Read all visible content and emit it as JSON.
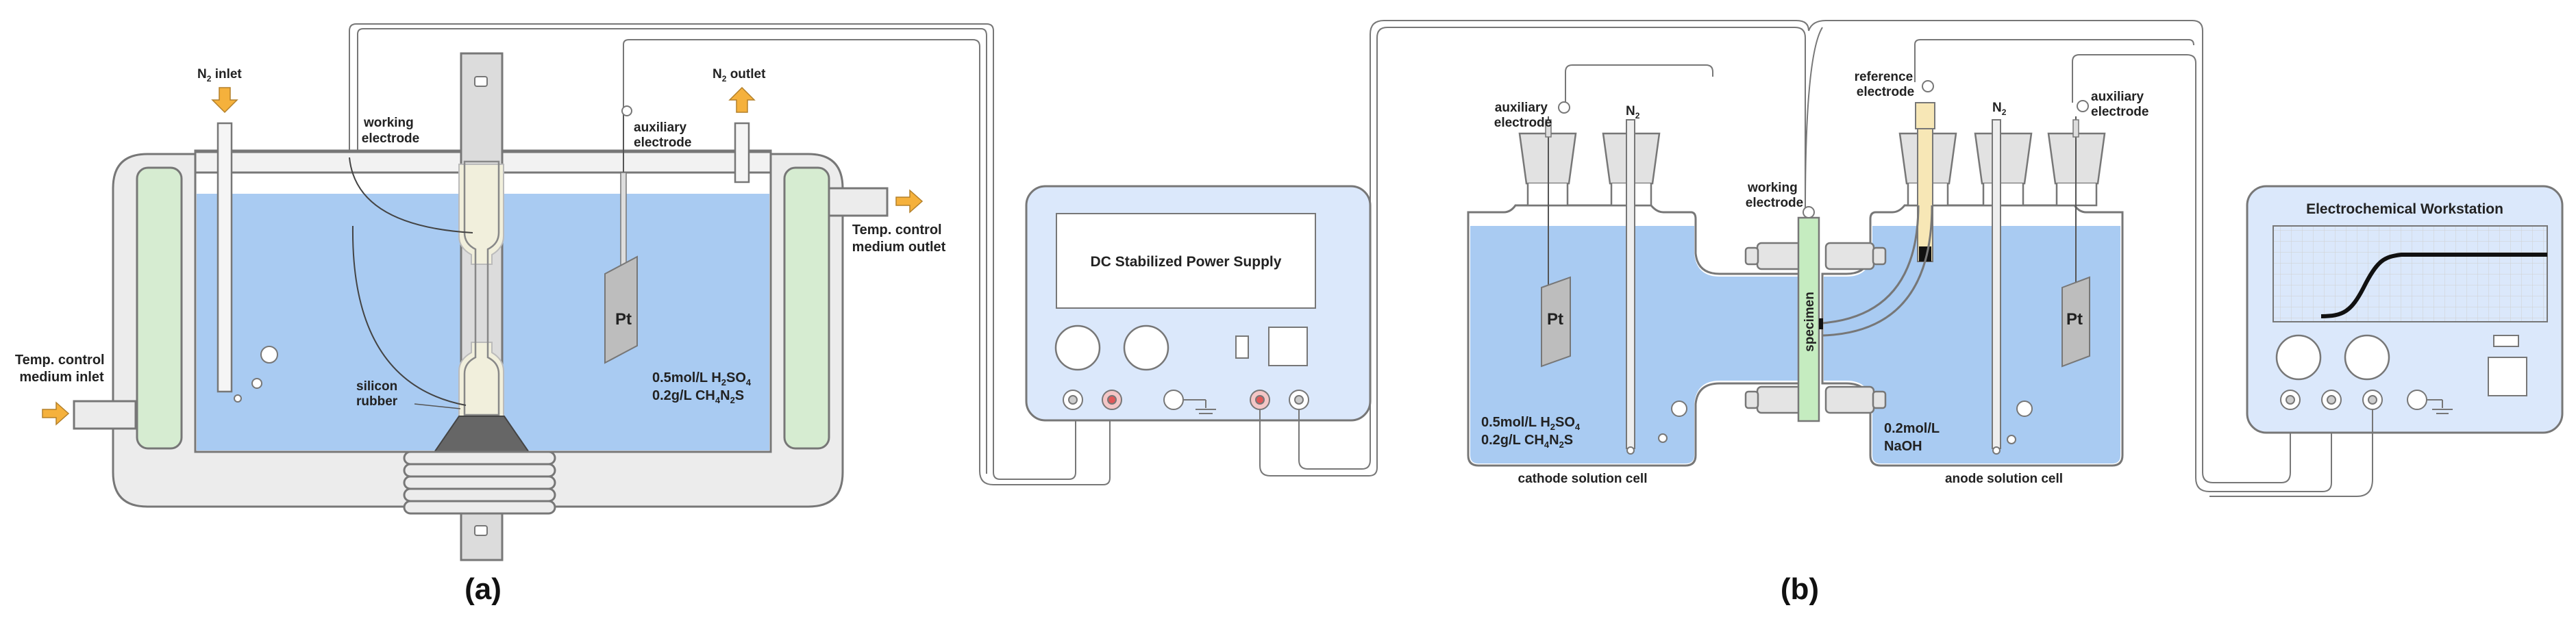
{
  "panel_a": {
    "caption": "(a)",
    "n2_inlet": {
      "main": "N",
      "sub": "2",
      "rest": " inlet"
    },
    "n2_outlet": {
      "main": "N",
      "sub": "2",
      "rest": " outlet"
    },
    "working_electrode": [
      "working",
      "electrode"
    ],
    "auxiliary_electrode": [
      "auxiliary",
      "electrode"
    ],
    "pt": "Pt",
    "temp_inlet": [
      "Temp. control",
      "medium inlet"
    ],
    "temp_outlet": [
      "Temp. control",
      "medium outlet"
    ],
    "silicon_rubber": [
      "silicon",
      "rubber"
    ],
    "solution_line1": {
      "a": "0.5mol/L H",
      "b": "2",
      "c": "SO",
      "d": "4"
    },
    "solution_line2": {
      "a": "0.2g/L CH",
      "b": "4",
      "c": "N",
      "d": "2",
      "e": "S"
    }
  },
  "power_supply": {
    "title": "DC Stabilized Power Supply"
  },
  "panel_b": {
    "caption": "(b)",
    "aux_left": [
      "auxiliary",
      "electrode"
    ],
    "n2_left": {
      "main": "N",
      "sub": "2"
    },
    "working_electrode": [
      "working",
      "electrode"
    ],
    "reference_electrode": [
      "reference",
      "electrode"
    ],
    "n2_right": {
      "main": "N",
      "sub": "2"
    },
    "aux_right": [
      "auxiliary",
      "electrode"
    ],
    "specimen": "specimen",
    "pt_left": "Pt",
    "pt_right": "Pt",
    "cathode_solution_line1": {
      "a": "0.5mol/L H",
      "b": "2",
      "c": "SO",
      "d": "4"
    },
    "cathode_solution_line2": {
      "a": "0.2g/L CH",
      "b": "4",
      "c": "N",
      "d": "2",
      "e": "S"
    },
    "anode_solution": [
      "0.2mol/L",
      "NaOH"
    ],
    "cathode_cell": "cathode solution cell",
    "anode_cell": "anode solution cell"
  },
  "workstation": {
    "title": "Electrochemical Workstation"
  },
  "colors": {
    "solution": "#a9cbf2",
    "device_fill": "#dbe8fb",
    "green": "#d6ecd1",
    "arrow": "#f5b13c",
    "rubber": "#f1efdc",
    "specimen": "#c5ecc0"
  }
}
